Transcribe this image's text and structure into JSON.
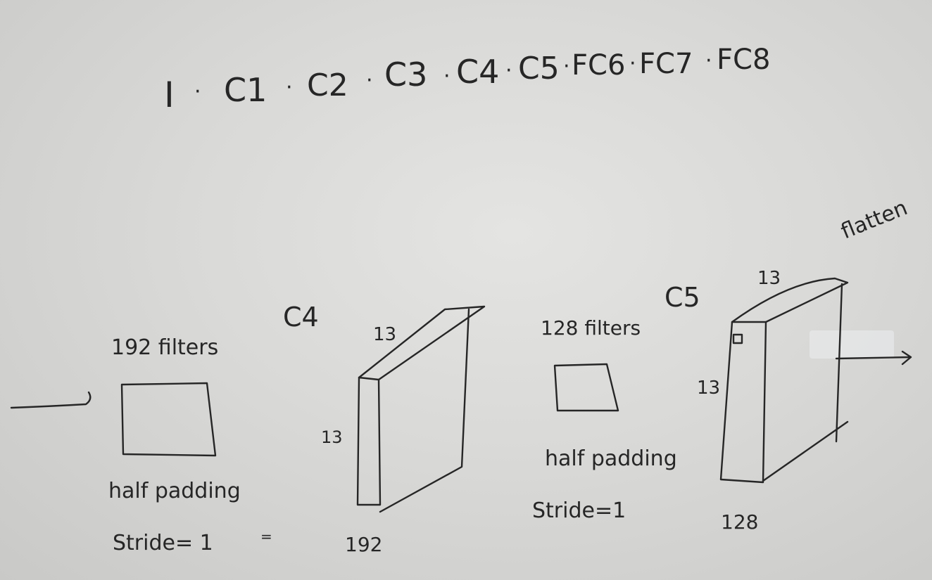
{
  "header": {
    "pipeline": [
      "I",
      "C1",
      "C2",
      "C3",
      "C4",
      "C5",
      "FC6",
      "FC7",
      "FC8"
    ],
    "separator": "·"
  },
  "layer_c4": {
    "filter_label": "192 filters",
    "padding_label": "half padding",
    "stride_label": "Stride= 1",
    "volume_name": "C4",
    "width": "13",
    "height": "13",
    "depth": "192"
  },
  "layer_c5": {
    "filter_label": "128 filters",
    "padding_label": "half padding",
    "stride_label": "Stride=1",
    "volume_name": "C5",
    "width": "13",
    "height": "13",
    "depth": "128",
    "output_label": "flatten"
  },
  "colors": {
    "ink": "#262626",
    "board": "#d9d9d7"
  }
}
